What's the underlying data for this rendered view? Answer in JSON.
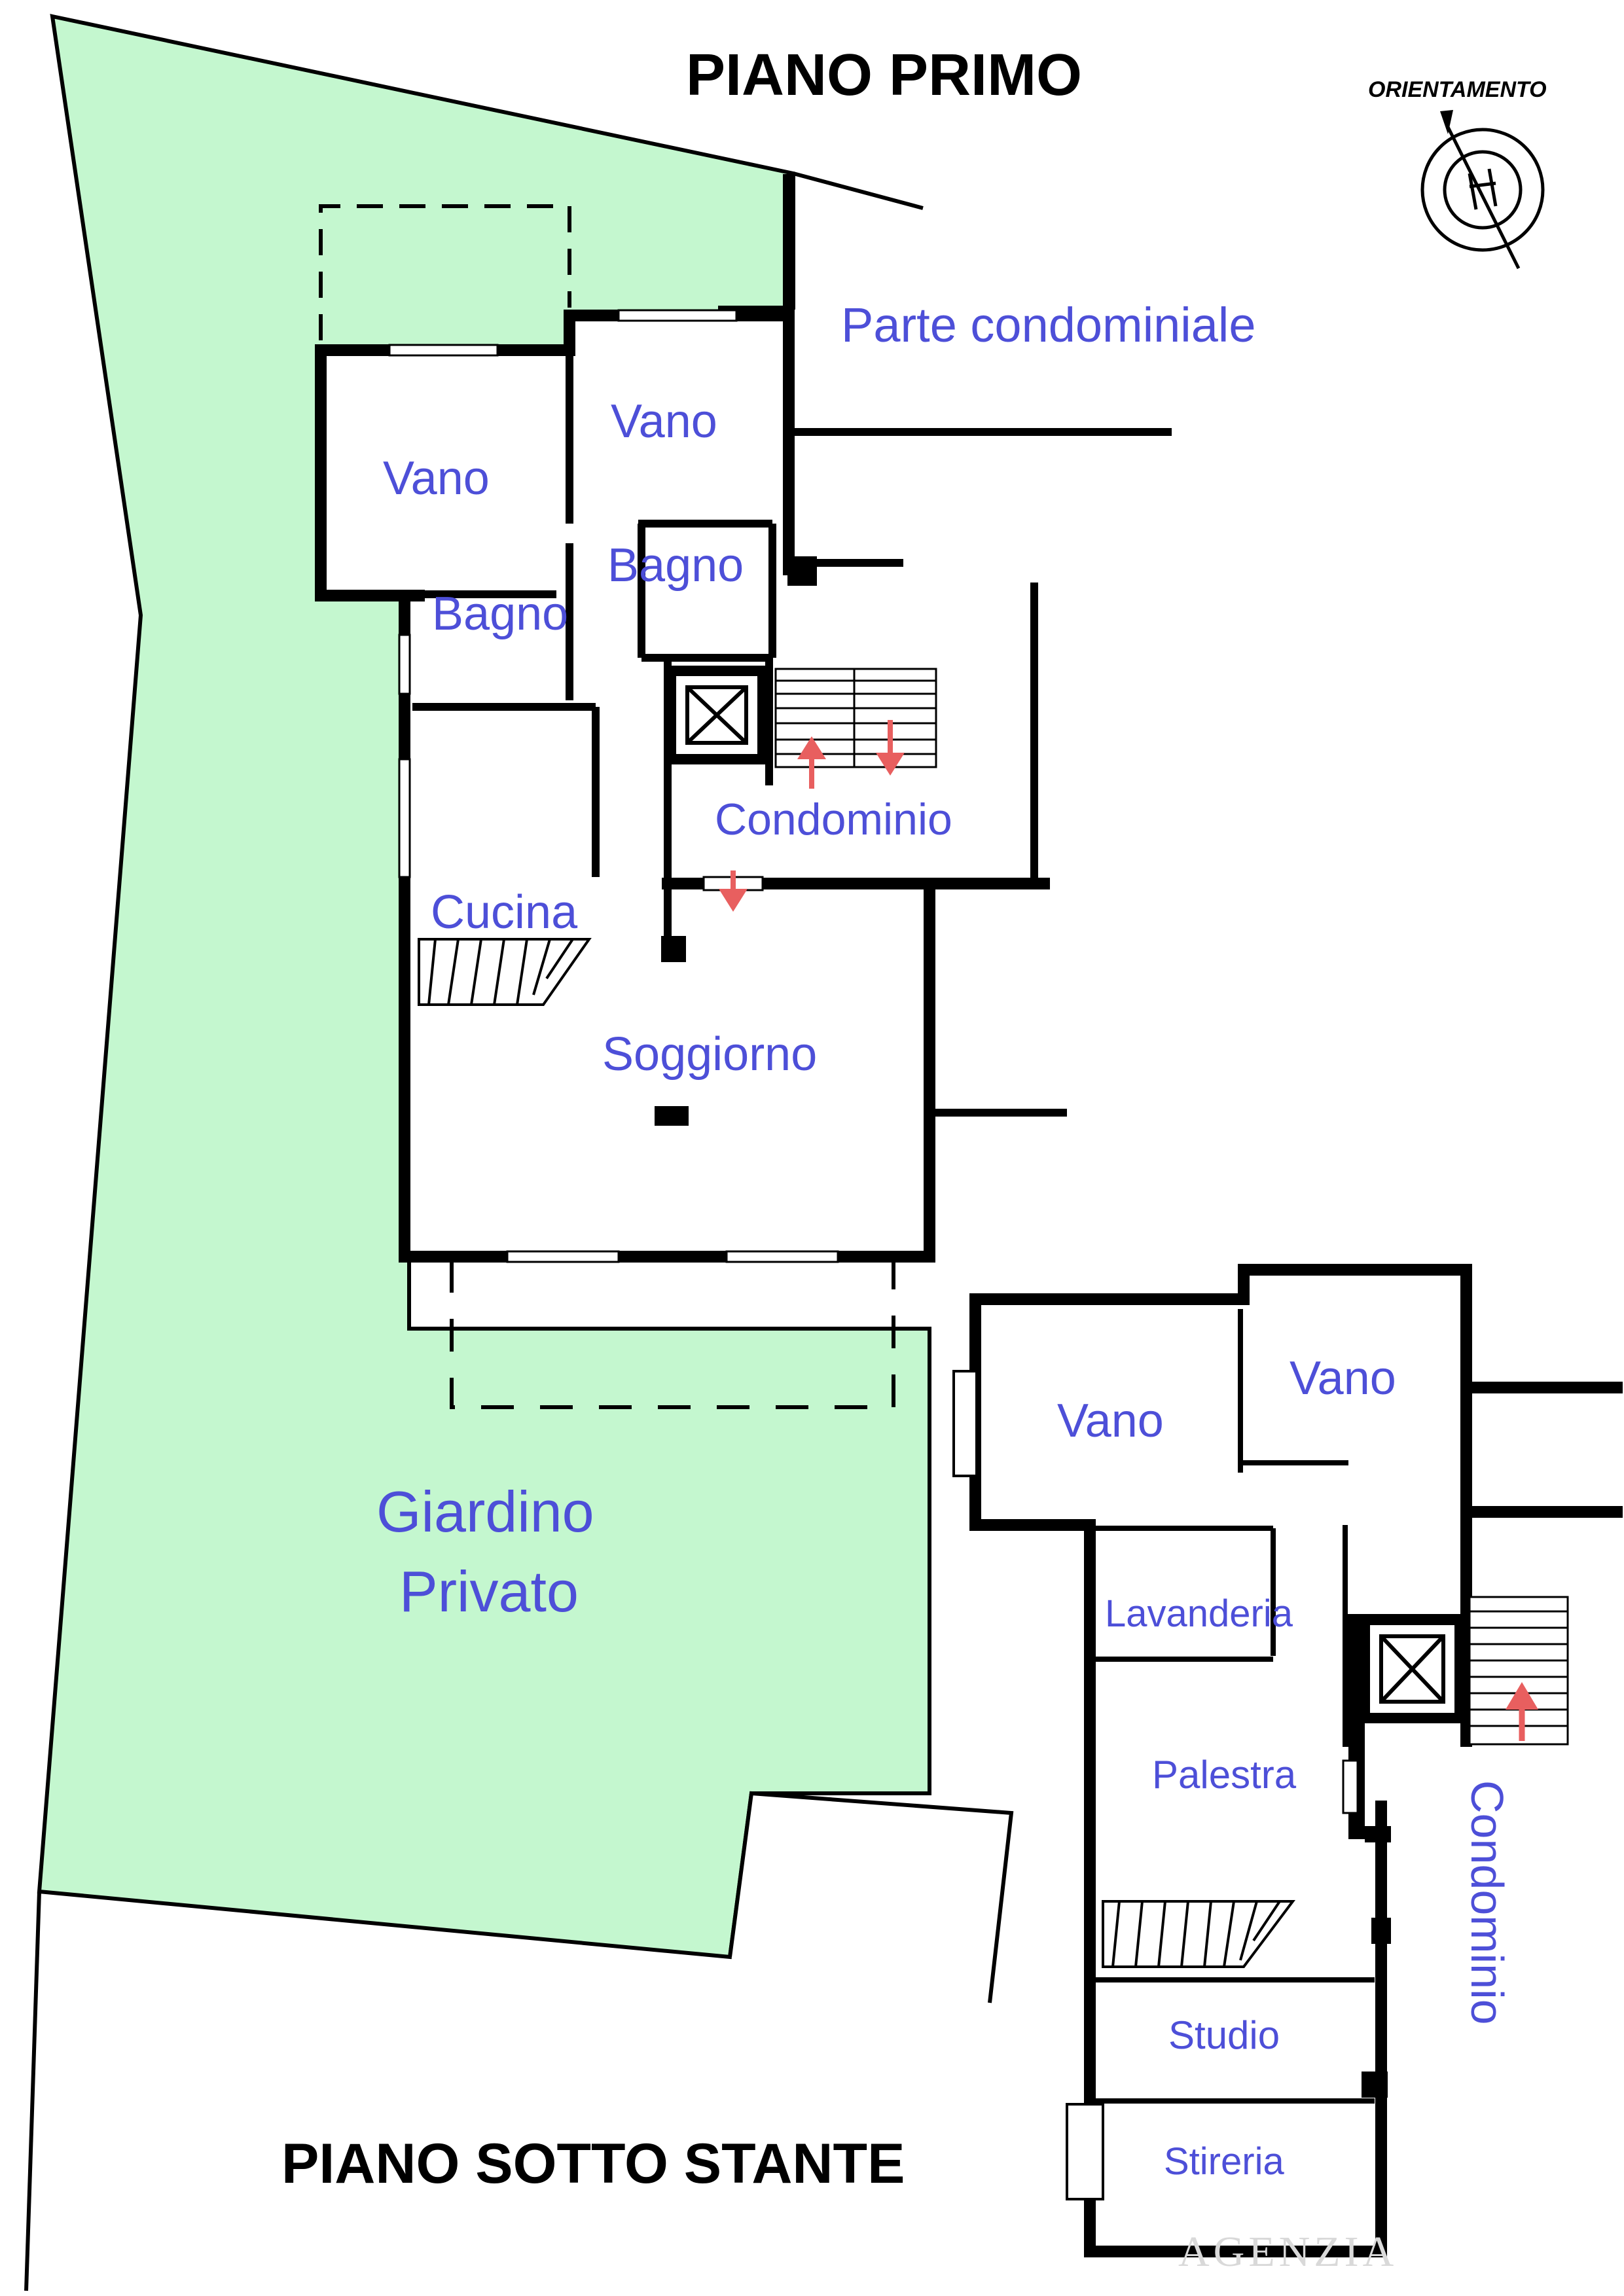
{
  "titles": {
    "upper_floor": "PIANO PRIMO",
    "lower_floor": "PIANO SOTTO STANTE"
  },
  "compass": {
    "label": "ORIENTAMENTO",
    "icon": "north-compass-icon"
  },
  "upper_floor_rooms": {
    "vano_left": "Vano",
    "vano_right": "Vano",
    "bagno_upper": "Bagno",
    "bagno_lower": "Bagno",
    "cucina": "Cucina",
    "soggiorno": "Soggiorno",
    "condominio": "Condominio",
    "parte_condominiale": "Parte condominiale"
  },
  "garden": {
    "line1": "Giardino",
    "line2": "Privato"
  },
  "lower_floor_rooms": {
    "vano_left": "Vano",
    "vano_right": "Vano",
    "lavanderia": "Lavanderia",
    "palestra": "Palestra",
    "studio": "Studio",
    "stireria": "Stireria",
    "condominio_vertical": "Condominio"
  },
  "watermark": "AGENZIA",
  "colors": {
    "garden_fill": "#c4f7cf",
    "label_blue": "#4d4fd8",
    "arrow_red": "#e85f5f",
    "wall": "#000000"
  }
}
